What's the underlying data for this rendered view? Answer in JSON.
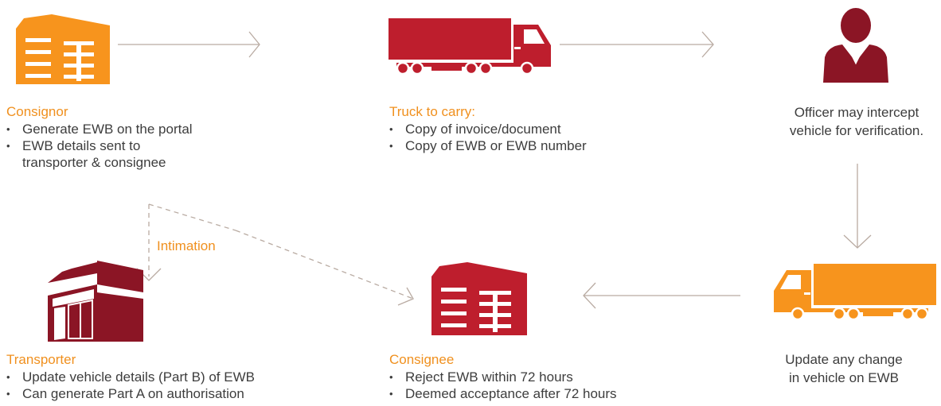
{
  "colors": {
    "orange": "#f7941d",
    "red": "#be1e2d",
    "dark_red": "#8b1525",
    "arrow_gray": "#b9aba2",
    "text": "#3d3d3d",
    "title_orange": "#f0901e"
  },
  "icons": {
    "consignor": "warehouse-building-icon",
    "truck_top": "truck-icon",
    "officer": "person-icon",
    "transporter": "shop-building-icon",
    "consignee": "warehouse-building-icon",
    "truck_bottom": "truck-icon"
  },
  "consignor": {
    "title": "Consignor",
    "bullets": [
      "Generate EWB on the portal",
      "EWB details sent to",
      "transporter & consignee"
    ]
  },
  "truck_top": {
    "title": "Truck to carry:",
    "bullets": [
      "Copy of invoice/document",
      "Copy of EWB or EWB number"
    ]
  },
  "officer": {
    "lines": [
      "Officer may intercept",
      "vehicle for verification."
    ]
  },
  "intimation": {
    "label": "Intimation"
  },
  "transporter": {
    "title": "Transporter",
    "bullets": [
      "Update vehicle details (Part B) of EWB",
      "Can generate Part A on authorisation"
    ]
  },
  "consignee": {
    "title": "Consignee",
    "bullets": [
      "Reject EWB within 72 hours",
      "Deemed acceptance after 72 hours"
    ]
  },
  "vehicle_change": {
    "lines": [
      "Update any change",
      "in vehicle on EWB"
    ]
  }
}
